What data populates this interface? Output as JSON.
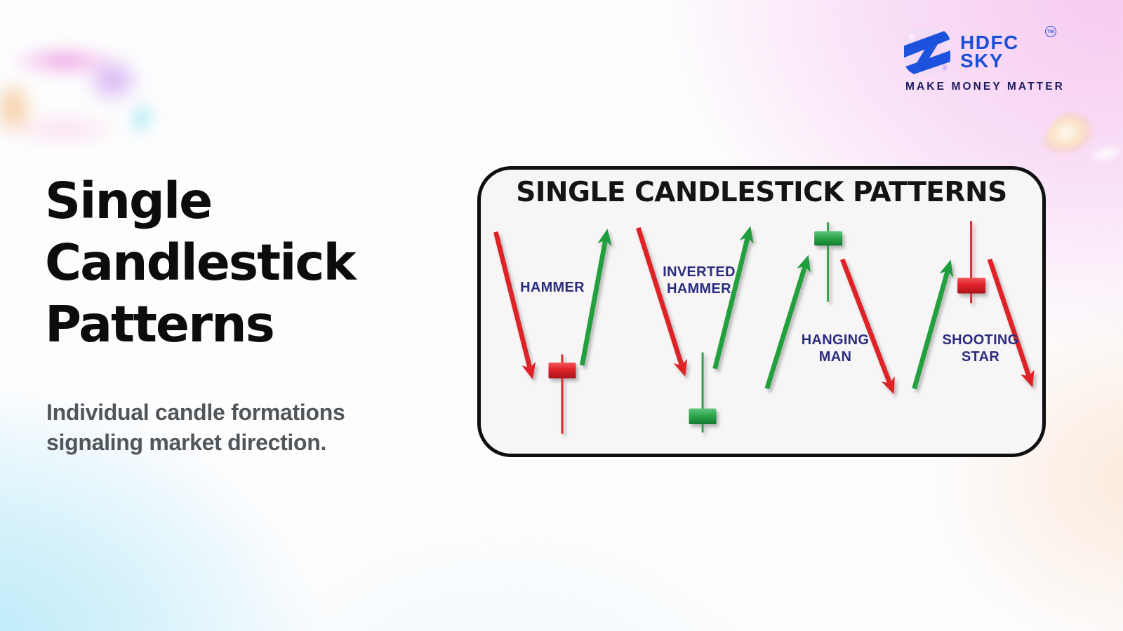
{
  "brand": {
    "logo_icon": "hdfc-sky-swoosh-icon",
    "name_line1": "HDFC",
    "name_line2": "SKY",
    "trademark": "TM",
    "tagline": "MAKE MONEY MATTER",
    "brand_blue": "#1b4fd8",
    "tagline_navy": "#1a1a5e"
  },
  "hero": {
    "title_line1": "Single",
    "title_line2": "Candlestick",
    "title_line3": "Patterns",
    "subtitle": "Individual candle formations\nsignaling market direction."
  },
  "card": {
    "title": "SINGLE CANDLESTICK PATTERNS",
    "background": "#f7f5f5",
    "border_color": "#0f0f0f",
    "label_color": "#2b2d7e",
    "bullish_green": "#21a03e",
    "bearish_red": "#df2127",
    "patterns": [
      {
        "label": "HAMMER",
        "candle": "red body, long lower wick",
        "left_arrow": "red-down-arrow",
        "right_arrow": "green-up-arrow"
      },
      {
        "label": "INVERTED\nHAMMER",
        "candle": "green body, long upper wick",
        "left_arrow": "red-down-arrow",
        "right_arrow": "green-up-arrow"
      },
      {
        "label": "HANGING\nMAN",
        "candle": "green body, long lower wick",
        "left_arrow": "green-up-arrow",
        "right_arrow": "red-down-arrow"
      },
      {
        "label": "SHOOTING\nSTAR",
        "candle": "red body, long upper wick",
        "left_arrow": "green-up-arrow",
        "right_arrow": "red-down-arrow"
      }
    ]
  }
}
